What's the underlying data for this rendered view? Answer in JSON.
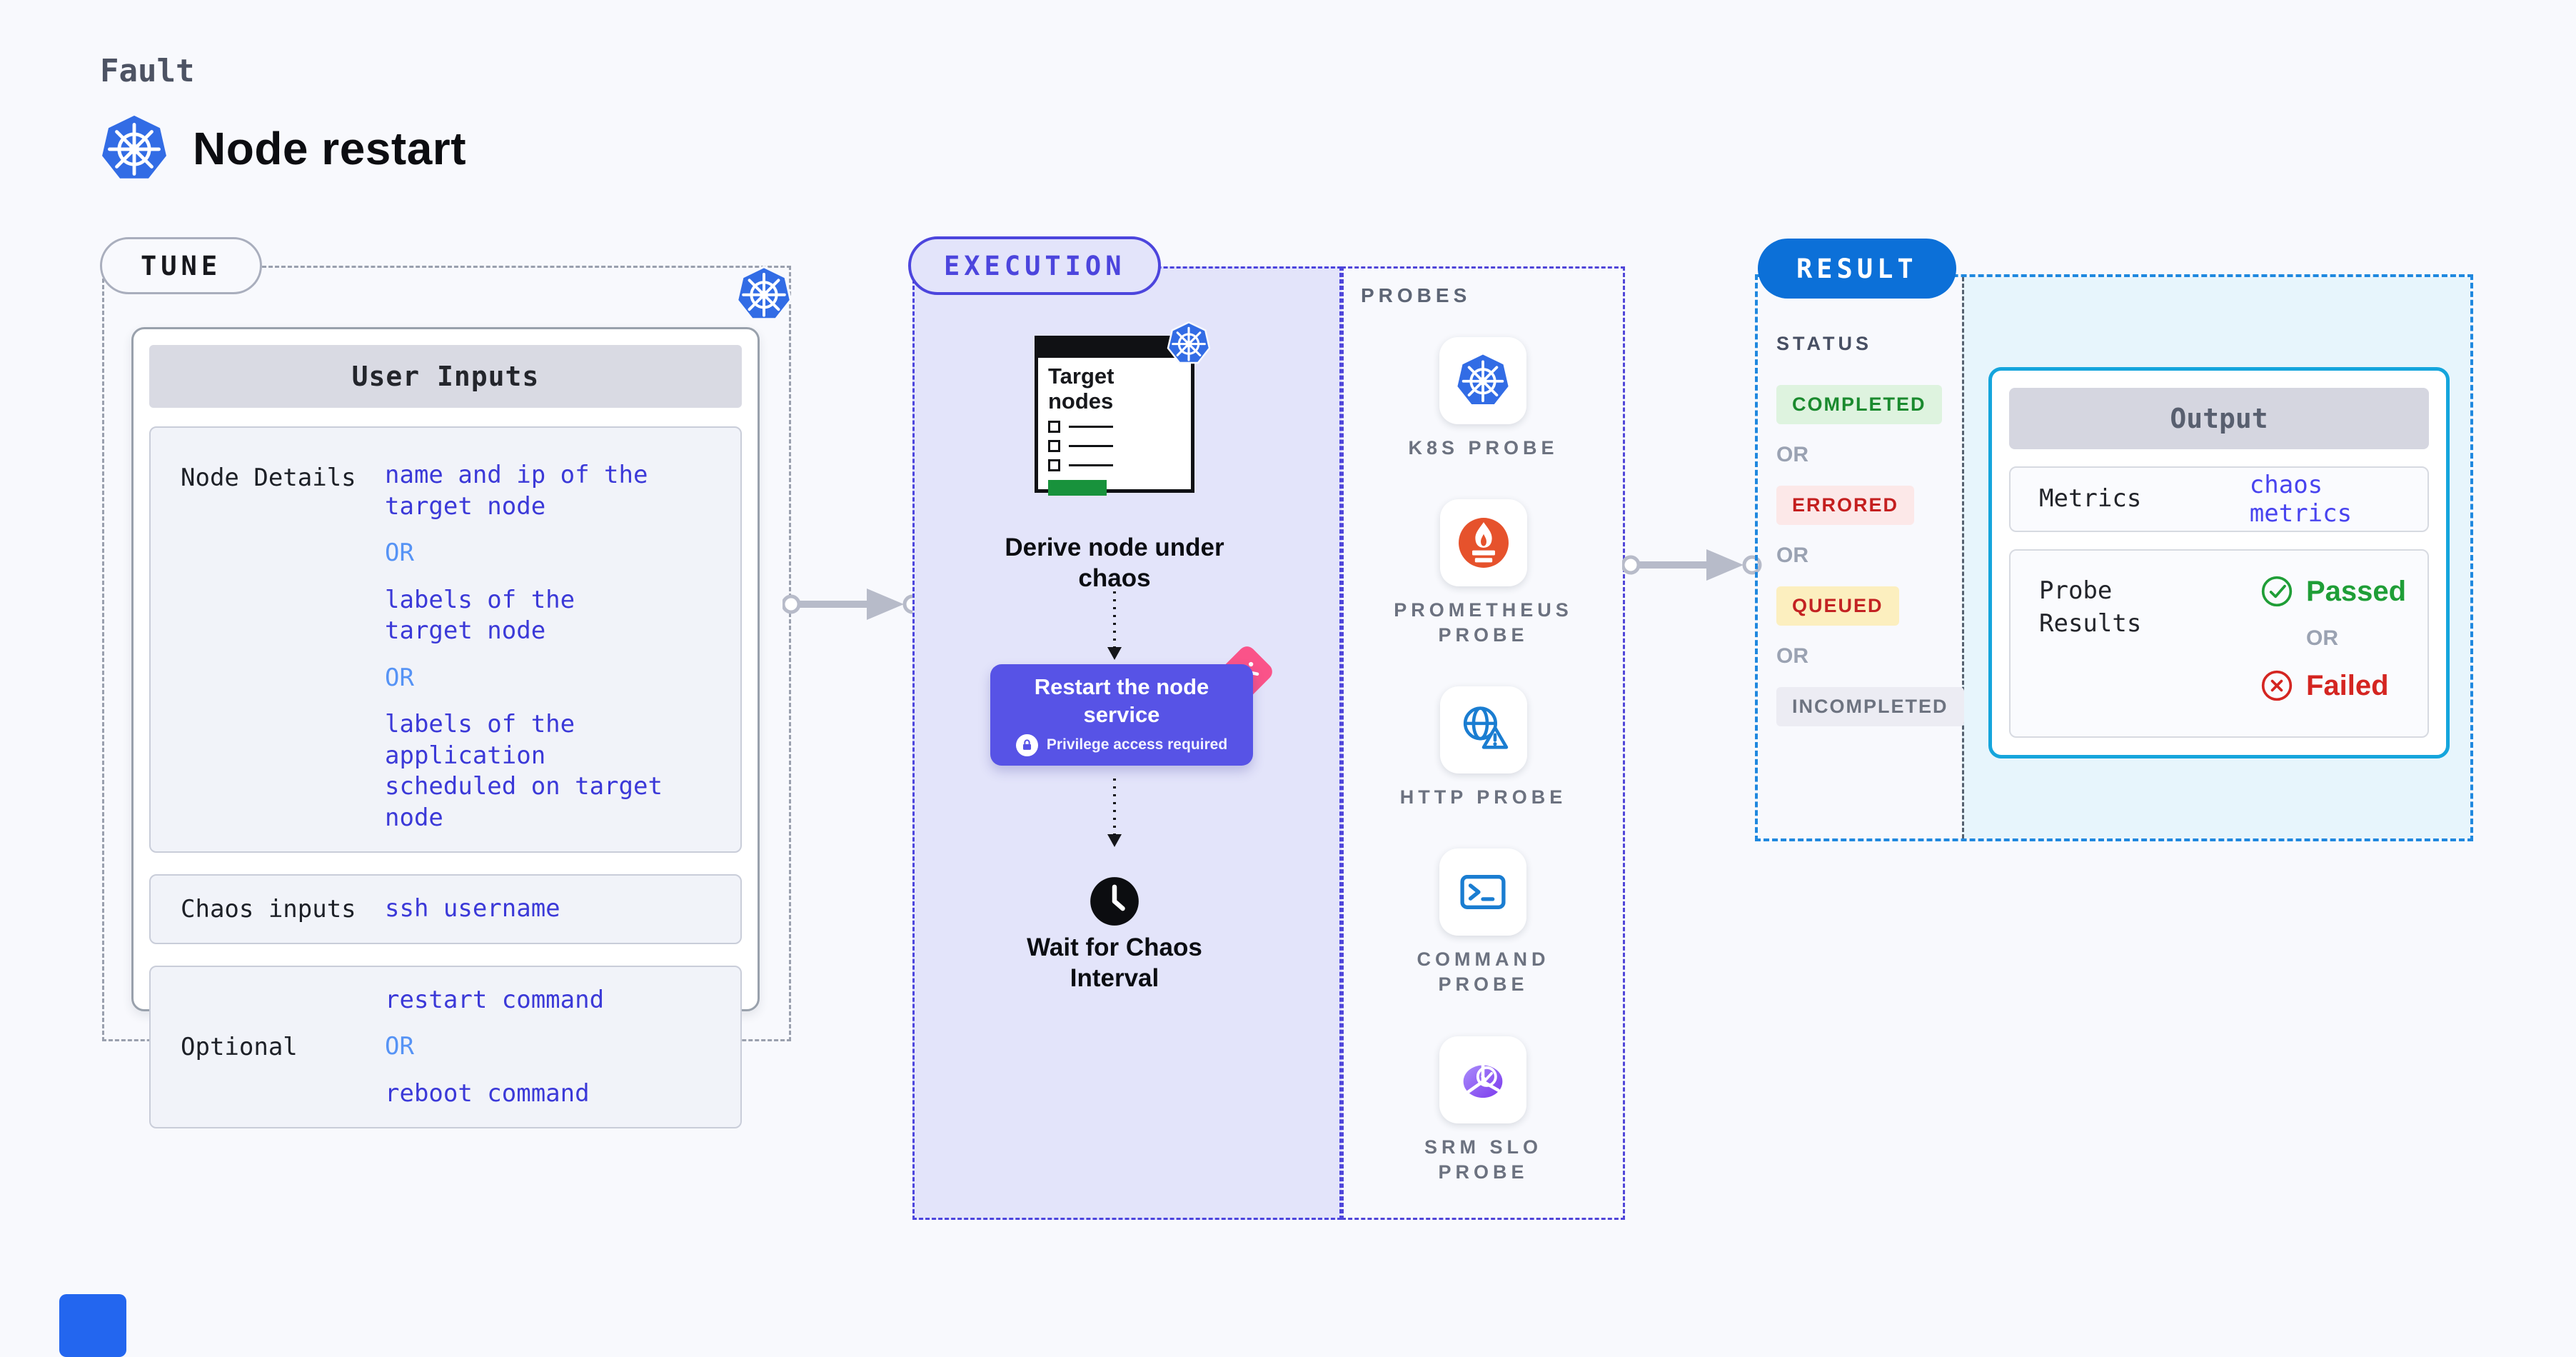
{
  "header": {
    "kicker": "Fault",
    "title": "Node restart"
  },
  "tune": {
    "pill": "TUNE",
    "table_title": "User Inputs",
    "rows": [
      {
        "label": "Node Details",
        "lines": [
          {
            "kind": "val",
            "text": "name and ip of the\ntarget node"
          },
          {
            "kind": "or",
            "text": "OR"
          },
          {
            "kind": "val",
            "text": "labels of the\ntarget node"
          },
          {
            "kind": "or",
            "text": "OR"
          },
          {
            "kind": "val",
            "text": "labels of the application\n scheduled on target node"
          }
        ]
      },
      {
        "label": "Chaos inputs",
        "lines": [
          {
            "kind": "val",
            "text": "ssh username"
          }
        ]
      },
      {
        "label": "Optional",
        "lines": [
          {
            "kind": "val",
            "text": "restart command"
          },
          {
            "kind": "or",
            "text": "OR"
          },
          {
            "kind": "val",
            "text": "reboot command"
          }
        ]
      }
    ]
  },
  "execution": {
    "pill": "EXECUTION",
    "illustration_title": "Target\nnodes",
    "derive_caption": "Derive node under\nchaos",
    "restart_title": "Restart the node\nservice",
    "restart_sub": "Privilege access required",
    "wait_caption": "Wait for Chaos\nInterval"
  },
  "probes": {
    "label": "PROBES",
    "items": [
      {
        "id": "k8s",
        "label": "K8S PROBE"
      },
      {
        "id": "prometheus",
        "label": "PROMETHEUS\nPROBE"
      },
      {
        "id": "http",
        "label": "HTTP PROBE"
      },
      {
        "id": "command",
        "label": "COMMAND\nPROBE"
      },
      {
        "id": "srm",
        "label": "SRM SLO\nPROBE"
      }
    ]
  },
  "result": {
    "pill": "RESULT",
    "status_label": "STATUS",
    "statuses": [
      {
        "text": "COMPLETED",
        "style": "green"
      },
      {
        "or": "OR"
      },
      {
        "text": "ERRORED",
        "style": "red"
      },
      {
        "or": "OR"
      },
      {
        "text": "QUEUED",
        "style": "yellow"
      },
      {
        "or": "OR"
      },
      {
        "text": "INCOMPLETED",
        "style": "grey"
      }
    ],
    "output": {
      "title": "Output",
      "metrics_label": "Metrics",
      "metrics_value": "chaos metrics",
      "probe_results_label": "Probe\nResults",
      "passed": "Passed",
      "or": "OR",
      "failed": "Failed"
    }
  },
  "colors": {
    "page_bg": "#f8f9fd",
    "kubernetes_blue": "#326ce5",
    "indigo_accent": "#4c45dd",
    "execution_bg": "#e3e4fa",
    "restart_box": "#5753e6",
    "chaos_pink": "#fa5389",
    "prometheus_orange": "#e6522c",
    "probe_icon_blue": "#1a7dd1",
    "srm_purple": "#7c3aed",
    "result_blue": "#0c70d8",
    "result_border": "#1f88df",
    "result_bg": "#e7f5fc",
    "output_border": "#15a5dc",
    "value_indigo": "#3b39d8",
    "or_blue": "#5693f5",
    "passed_green": "#1f9e37",
    "failed_red": "#d42521",
    "badge_green_bg": "#def3df",
    "badge_red_bg": "#fce8e8",
    "badge_yellow_bg": "#fcefbf",
    "badge_grey_bg": "#ececf3",
    "illustration_green": "#18923c",
    "arrow_grey": "#b7bbc9"
  }
}
